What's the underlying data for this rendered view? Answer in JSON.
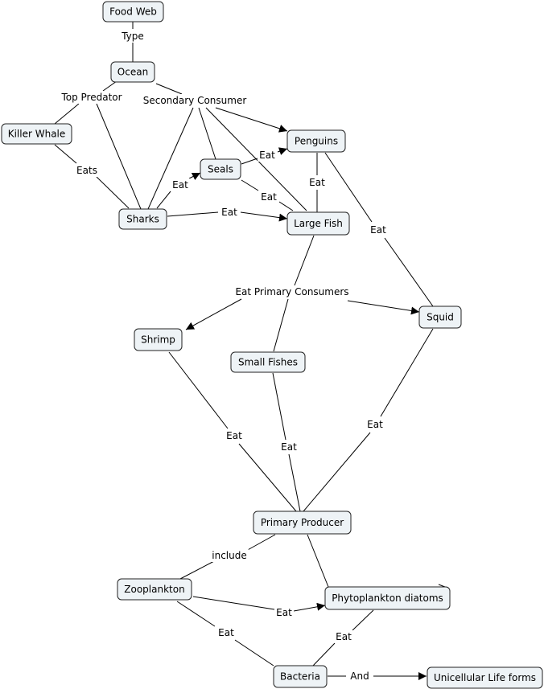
{
  "nodes": {
    "food_web": "Food Web",
    "ocean": "Ocean",
    "killer_whale": "Killer Whale",
    "penguins": "Penguins",
    "seals": "Seals",
    "sharks": "Sharks",
    "large_fish": "Large Fish",
    "shrimp": "Shrimp",
    "small_fishes": "Small Fishes",
    "squid": "Squid",
    "primary_producer": "Primary Producer",
    "zooplankton": "Zooplankton",
    "phytoplankton": "Phytoplankton diatoms",
    "bacteria": "Bacteria",
    "unicellular": "Unicellular Life forms"
  },
  "labels": {
    "type": "Type",
    "top_predator": "Top Predator",
    "secondary_consumer": "Secondary Consumer",
    "eats": "Eats",
    "eat": "Eat",
    "eat_primary_consumers": "Eat Primary Consumers",
    "include": "include",
    "and": "And"
  }
}
